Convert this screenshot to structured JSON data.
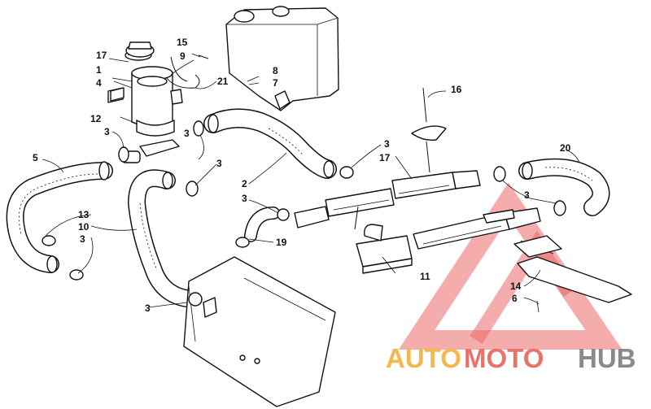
{
  "callouts": [
    "1",
    "2",
    "3",
    "4",
    "5",
    "6",
    "7",
    "8",
    "9",
    "10",
    "11",
    "12",
    "13",
    "14",
    "15",
    "16",
    "17",
    "19",
    "20",
    "21"
  ],
  "watermark": {
    "part1": "AUTO",
    "part2": "MOTO",
    "part3": "HUB",
    "colors": {
      "auto": "#f2b84c",
      "moto": "#e8736b",
      "hub": "#8a8a8a",
      "logo": "#e84c4c"
    }
  }
}
